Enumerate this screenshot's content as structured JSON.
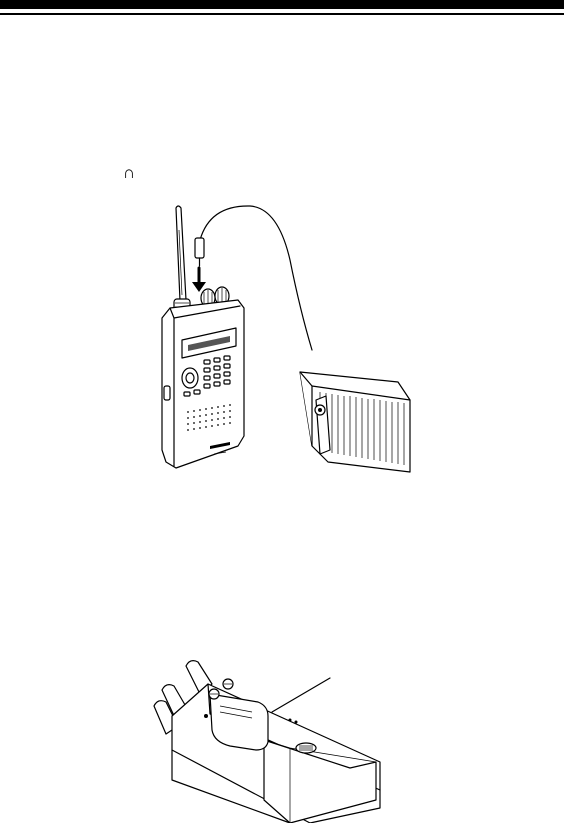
{
  "page": {
    "headphone_glyph": "∩",
    "figures": [
      {
        "name": "scanner-with-external-speaker",
        "icon": "scanner-external-speaker-illustration"
      },
      {
        "name": "scanner-belt-clip",
        "icon": "belt-clip-illustration"
      }
    ]
  }
}
